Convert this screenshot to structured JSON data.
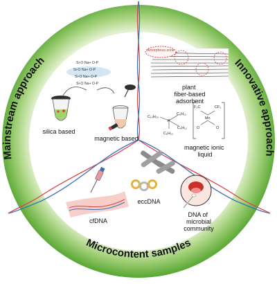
{
  "ring": {
    "left_title": "Mainstream approach",
    "right_title": "Innovative approach",
    "bottom_title": "Microcontent samples"
  },
  "mainstream": {
    "silica_label": "silica based",
    "magnetic_label": "magnetic based",
    "bead_lines": [
      "Si-O Na+ O-P",
      "Si-O Na+ O-P",
      "Si-O Na+ O-P",
      "Si-O Na+ O-P"
    ]
  },
  "innovative": {
    "fiber_label": "plant fiber-based adsorbent",
    "amorphous_label": "Amorphous zone",
    "ionic_label": "magnetic ionic liquid",
    "chem_formulas": [
      "C₁₄H₂₉",
      "C₆H₁₃",
      "C₆H₁₃",
      "C₆H₁₃",
      "P",
      "Mn",
      "CF₃",
      "F₃C",
      "O",
      "O"
    ]
  },
  "samples": {
    "cfdna_label": "cfDNA",
    "eccdna_label": "eccDNA",
    "microbial_label": "DNA of microbial community"
  },
  "colors": {
    "ring_outer": "#6db344",
    "ring_inner": "#d5ebbf",
    "dna_red": "#d8434a",
    "dna_blue": "#3b6fb5"
  }
}
